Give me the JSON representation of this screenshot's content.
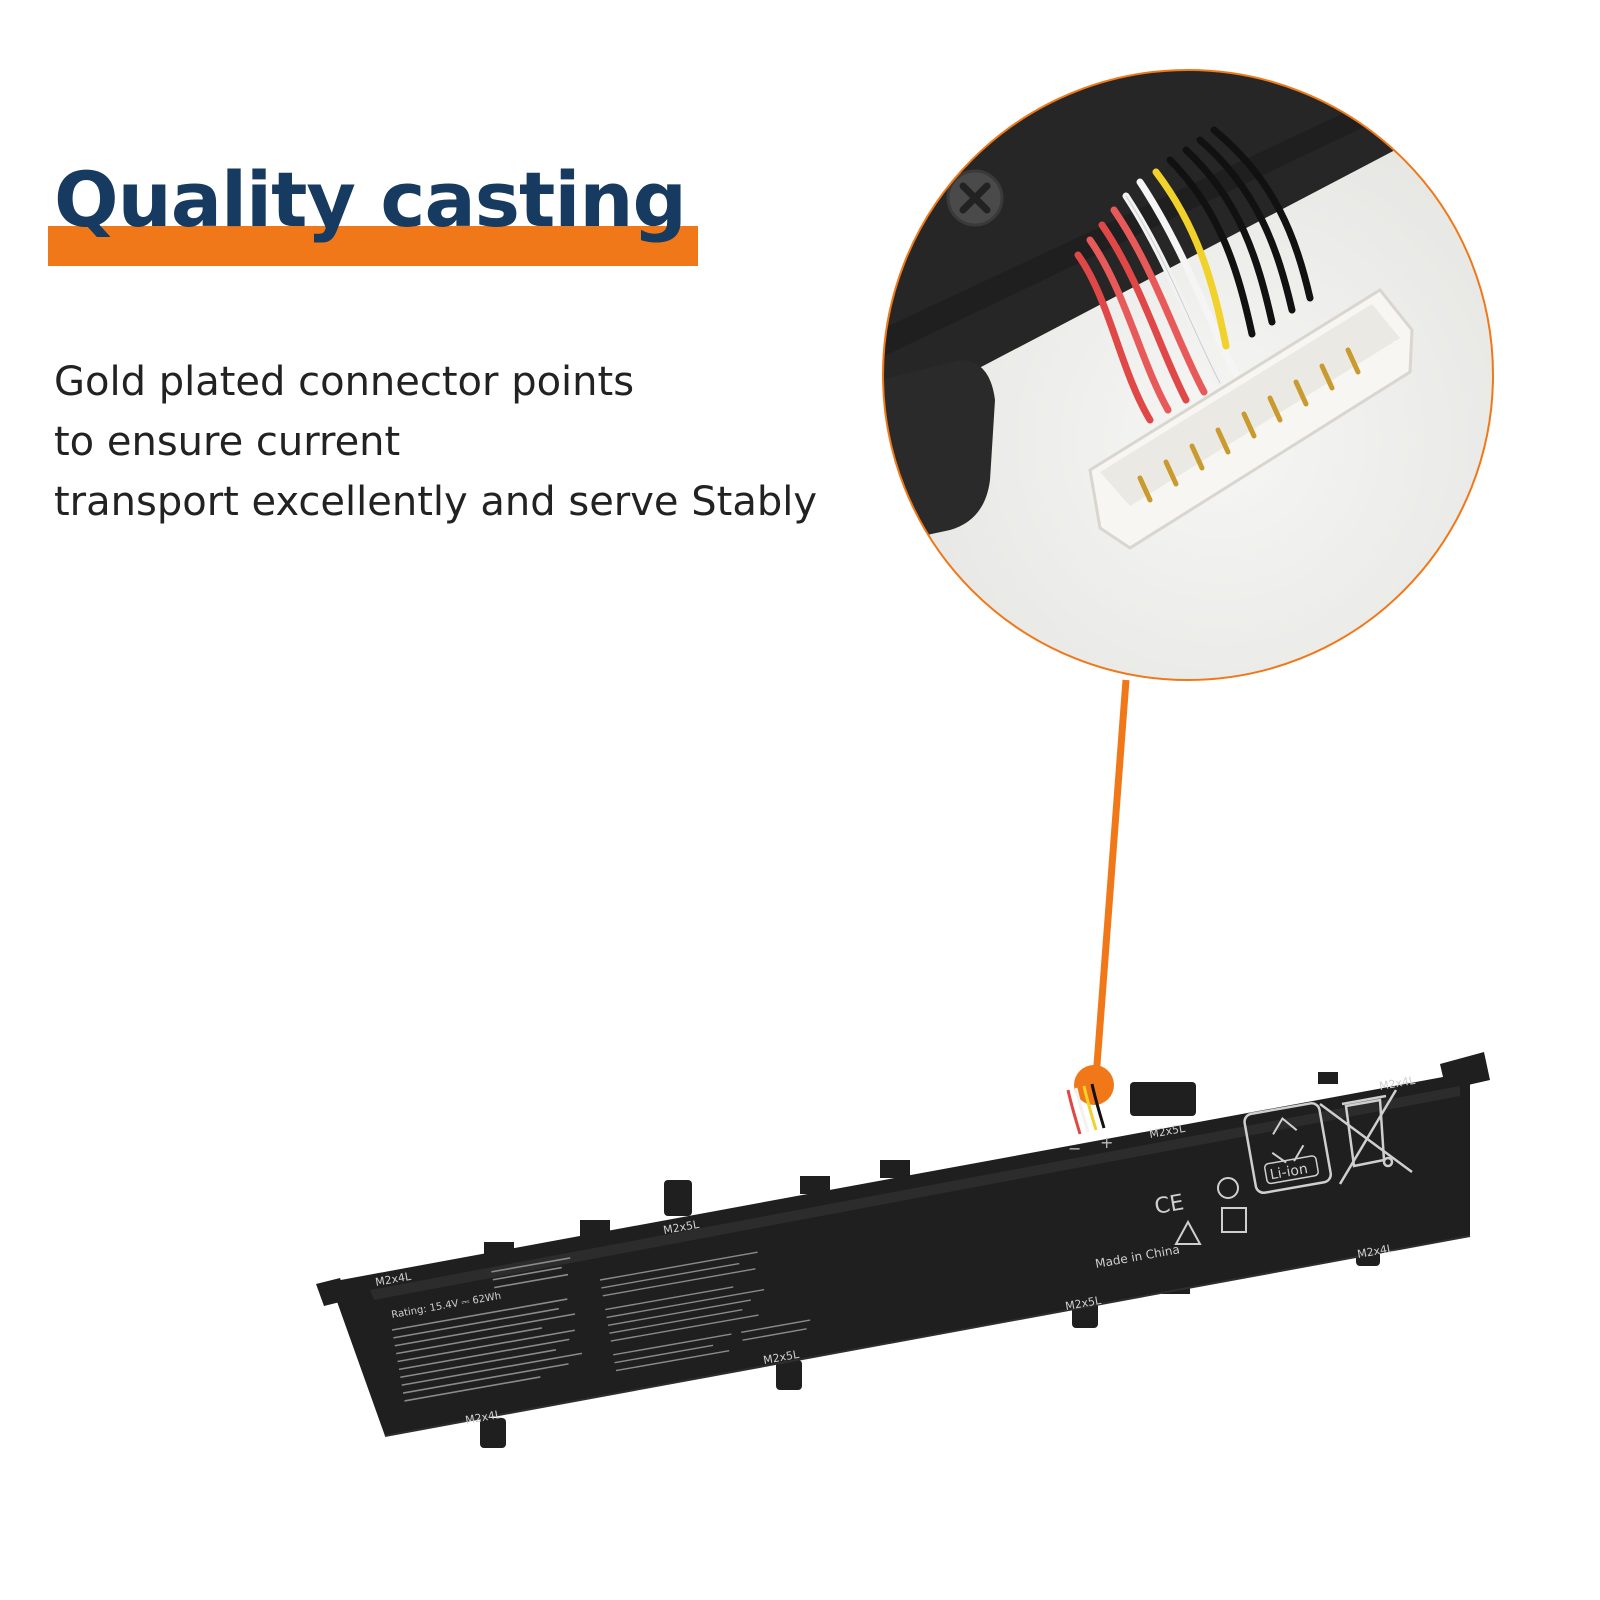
{
  "headline": {
    "text": "Quality casting"
  },
  "description": {
    "lines": [
      "Gold plated connector points",
      "to ensure current",
      "transport excellently and serve Stably"
    ]
  },
  "battery": {
    "screw_labels": [
      "M2x4L",
      "M2x5L",
      "M2x5L",
      "M2x4L",
      "M2x5L",
      "M2x5L",
      "M2x4L",
      "M2x4L"
    ],
    "made_in": "Made in China",
    "rating": "Rating: 15.4V ⎓ 62Wh",
    "recycle_mark": "Li-ion",
    "ce_mark": "CE",
    "polarity_minus": "−",
    "polarity_plus": "+"
  },
  "colors": {
    "accent_orange": "#f07818",
    "headline_blue": "#173a60",
    "battery_black": "#1f1f1f"
  }
}
